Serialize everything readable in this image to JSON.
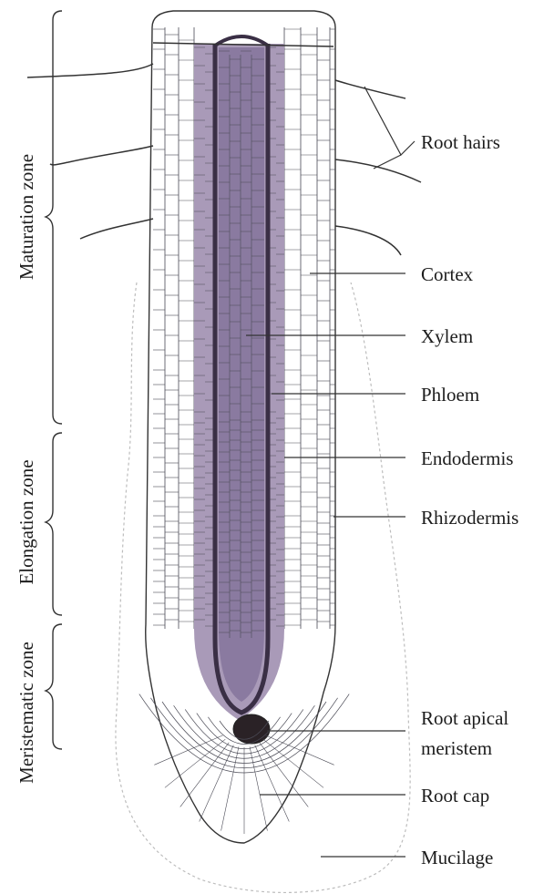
{
  "labels": {
    "root_hairs": "Root hairs",
    "cortex": "Cortex",
    "xylem": "Xylem",
    "phloem": "Phloem",
    "endodermis": "Endodermis",
    "rhizodermis": "Rhizodermis",
    "root_apical_line1": "Root apical",
    "root_apical_line2": "meristem",
    "root_cap": "Root cap",
    "mucilage": "Mucilage"
  },
  "zones": {
    "maturation": "Maturation zone",
    "elongation": "Elongation zone",
    "meristematic": "Meristematic zone"
  },
  "colors": {
    "phloem_fill": "#a99ab8",
    "xylem_fill": "#8a7aa0",
    "endodermis_line": "#3a2f45",
    "meristem_fill": "#2a2226",
    "cell_line": "#4a4a55"
  }
}
